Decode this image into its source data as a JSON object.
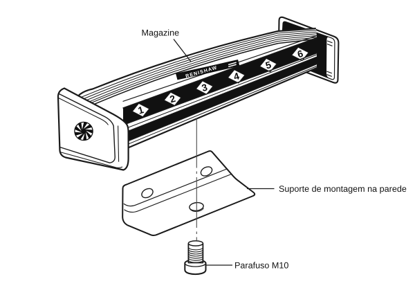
{
  "figure": {
    "background": "#ffffff",
    "ink": "#1a1a1a",
    "labels": {
      "magazine": "Magazine",
      "bracket": "Suporte de montagem na parede",
      "screw": "Parafuso M10"
    },
    "magazine": {
      "brand": "RENISHAW",
      "slots": [
        "1",
        "2",
        "3",
        "4",
        "5",
        "6"
      ]
    }
  }
}
